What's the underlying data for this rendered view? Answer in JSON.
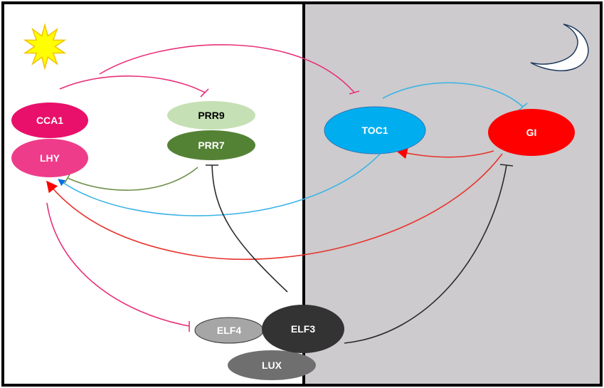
{
  "nodes": {
    "cca1": "CCA1",
    "lhy": "LHY",
    "prr9": "PRR9",
    "prr7": "PRR7",
    "toc1": "TOC1",
    "gi": "GI",
    "elf4": "ELF4",
    "elf3": "ELF3",
    "lux": "LUX"
  },
  "icons": {
    "day": "sun-icon",
    "night": "moon-icon"
  },
  "colors": {
    "day_panel": "#ffffff",
    "night_panel": "#cdcbcd",
    "frame": "#000000",
    "cca1": "#e8106a",
    "lhy": "#ee3c8a",
    "prr9": "#c5e0b4",
    "prr7": "#548235",
    "toc1": "#00aef0",
    "gi": "#fe0000",
    "elf4": "#a6a6a6",
    "elf3": "#333333",
    "lux": "#6f6f6f",
    "pink_edge": "#e9307a",
    "green_edge": "#6f8f4a",
    "blue_edge": "#3bb4e6",
    "red_edge": "#e8322c",
    "black_edge": "#2a2a2a"
  },
  "edges": [
    {
      "from": "CCA1/LHY",
      "to": "PRR9",
      "type": "inhibition"
    },
    {
      "from": "CCA1/LHY",
      "to": "TOC1",
      "type": "inhibition"
    },
    {
      "from": "PRR7",
      "to": "LHY",
      "type": "inhibition"
    },
    {
      "from": "TOC1",
      "to": "LHY",
      "type": "activation"
    },
    {
      "from": "GI",
      "to": "LHY",
      "type": "activation"
    },
    {
      "from": "GI",
      "to": "TOC1",
      "type": "activation"
    },
    {
      "from": "TOC1",
      "to": "GI",
      "type": "inhibition"
    },
    {
      "from": "ELF3",
      "to": "PRR7",
      "type": "inhibition"
    },
    {
      "from": "ELF3",
      "to": "GI",
      "type": "inhibition"
    },
    {
      "from": "LHY",
      "to": "ELF4",
      "type": "inhibition"
    }
  ]
}
